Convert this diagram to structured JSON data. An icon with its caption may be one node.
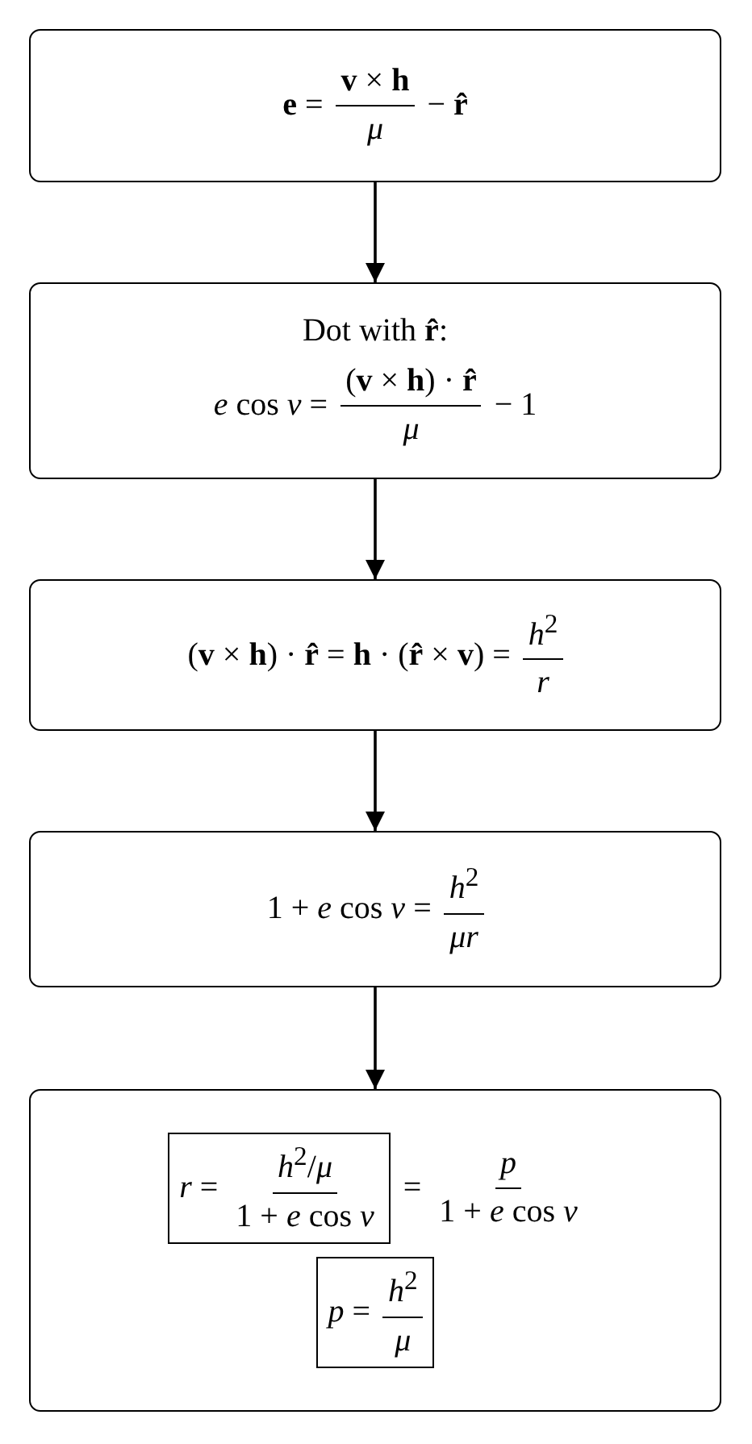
{
  "diagram": {
    "nodes": [
      {
        "text": [
          "**e** =",
          "**v** × **h**",
          "*μ*",
          "− **r̂**"
        ]
      },
      {
        "text": [
          "Dot with **r̂**:",
          "*e* cos *ν* =",
          "(**v** × **h**) · **r̂**",
          "*μ*",
          "− 1"
        ]
      },
      {
        "text": [
          "(**v** × **h**) · **r̂** = **h** · (**r̂** × **v**) =",
          "*h*$^{2}$",
          "*r*"
        ]
      },
      {
        "text": [
          "1 + *e* cos *ν* =",
          "*h*$^{2}$",
          "*μr*"
        ]
      },
      {
        "text": [
          "=",
          "*p*",
          "1 + *e* cos *ν*"
        ]
      },
      {
        "text": [
          "*r* =",
          "*h*$^{2}$/*μ*",
          "1 + *e* cos *ν*"
        ],
        "in": 4
      },
      {
        "text": [
          "*p* =",
          "*h*$^{2}$",
          "*μ*"
        ],
        "in": 4
      }
    ],
    "edges": [
      {
        "from": 0,
        "to": 1,
        "arrow": "to"
      },
      {
        "from": 1,
        "to": 2,
        "arrow": "to"
      },
      {
        "from": 2,
        "to": 3,
        "arrow": "to"
      },
      {
        "from": 3,
        "to": 4,
        "arrow": "to"
      }
    ]
  }
}
